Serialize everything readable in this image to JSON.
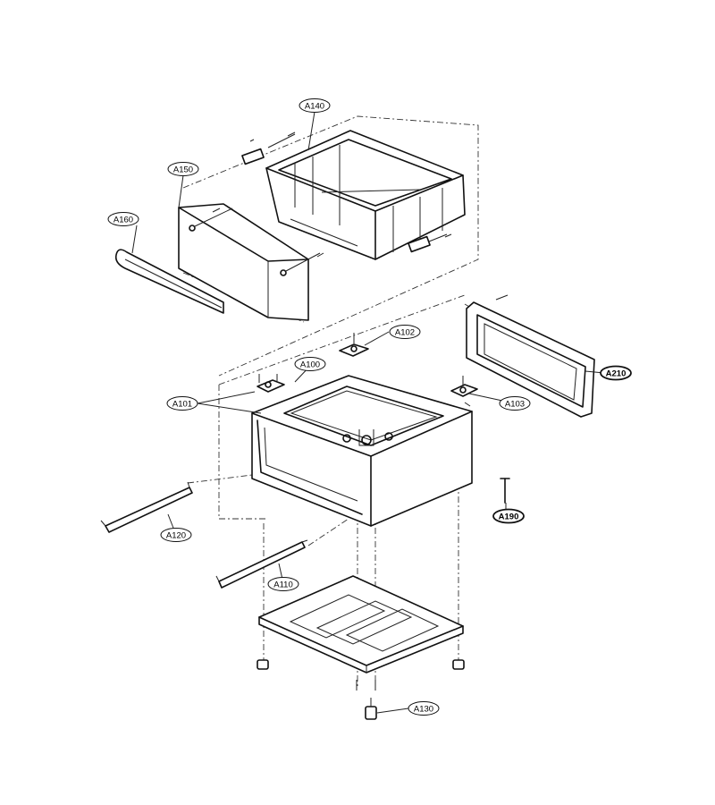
{
  "callouts": {
    "a140": "A140",
    "a150": "A150",
    "a160": "A160",
    "a102": "A102",
    "a100": "A100",
    "a101": "A101",
    "a103": "A103",
    "a210": "A210",
    "a190": "A190",
    "a120": "A120",
    "a110": "A110",
    "a130": "A130"
  }
}
